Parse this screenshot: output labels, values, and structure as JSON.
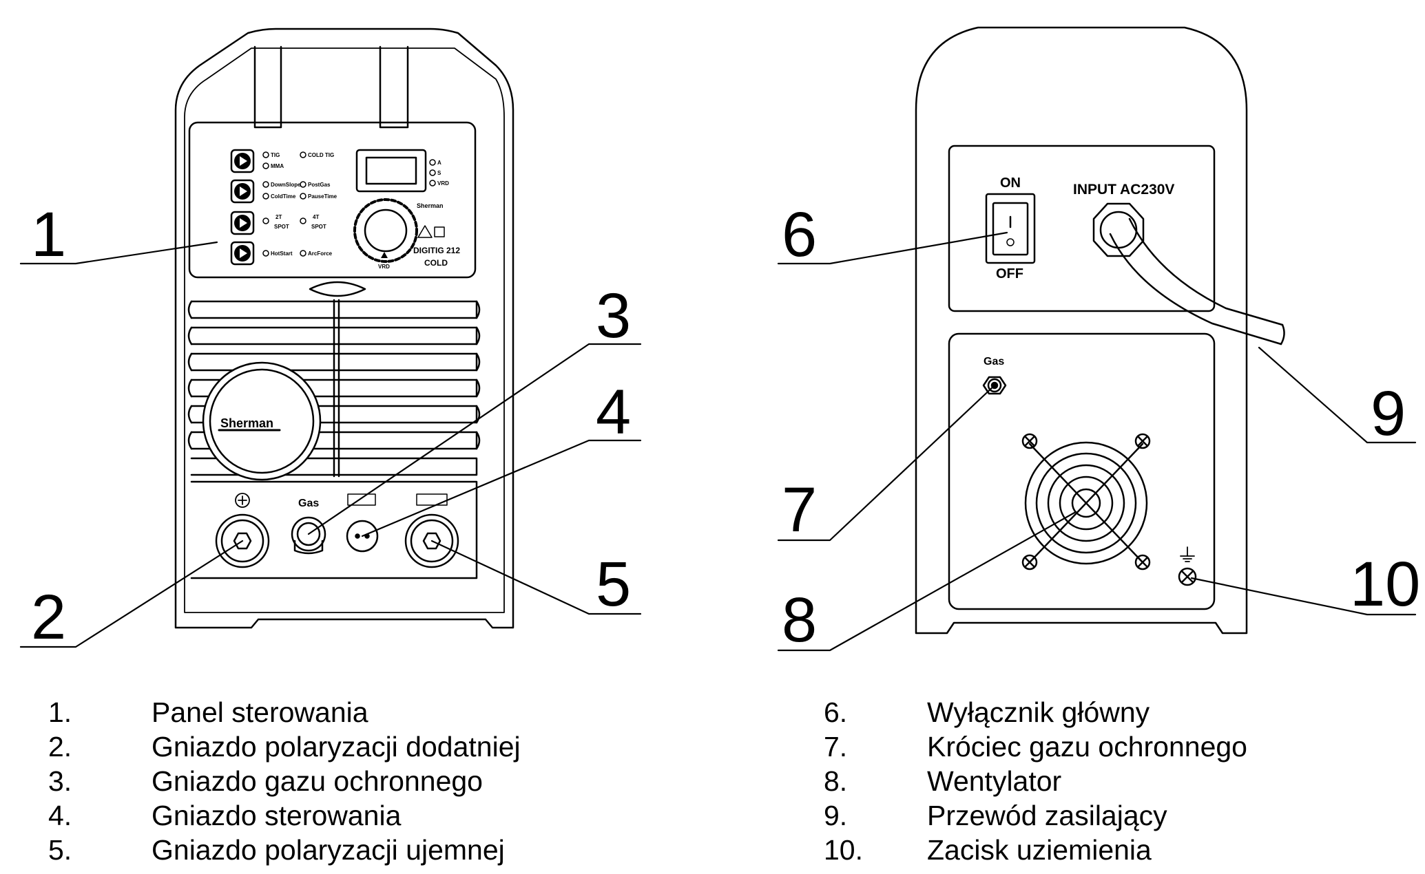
{
  "front_panel": {
    "brand": "Sherman",
    "model_line1": "DIGITIG 212",
    "model_line2": "COLD",
    "mode_tig": "TIG",
    "mode_cold_tig": "COLD TIG",
    "mode_mma": "MMA",
    "opt_downslope": "DownSlope",
    "opt_postgas": "PostGas",
    "opt_coldtime": "ColdTime",
    "opt_pausetime": "PauseTime",
    "opt_2t": "2T",
    "opt_4t": "4T",
    "opt_spot": "SPOT",
    "opt_hotstart": "HotStart",
    "opt_arcforce": "ArcForce",
    "unit_a": "A",
    "unit_s": "S",
    "unit_vrd": "VRD",
    "knob_label": "VRD",
    "gas_label": "Gas"
  },
  "rear_panel": {
    "switch_on": "ON",
    "switch_off": "OFF",
    "input_label": "INPUT AC230V",
    "gas_label": "Gas"
  },
  "callouts": [
    "1",
    "2",
    "3",
    "4",
    "5",
    "6",
    "7",
    "8",
    "9",
    "10"
  ],
  "legend": {
    "left": [
      {
        "num": "1.",
        "text": "Panel sterowania"
      },
      {
        "num": "2.",
        "text": "Gniazdo polaryzacji dodatniej"
      },
      {
        "num": "3.",
        "text": "Gniazdo gazu ochronnego"
      },
      {
        "num": "4.",
        "text": "Gniazdo sterowania"
      },
      {
        "num": "5.",
        "text": "Gniazdo polaryzacji ujemnej"
      }
    ],
    "right": [
      {
        "num": "6.",
        "text": "Wyłącznik główny"
      },
      {
        "num": "7.",
        "text": "Króciec gazu ochronnego"
      },
      {
        "num": "8.",
        "text": "Wentylator"
      },
      {
        "num": "9.",
        "text": "Przewód zasilający"
      },
      {
        "num": "10.",
        "text": "Zacisk uziemienia"
      }
    ]
  }
}
